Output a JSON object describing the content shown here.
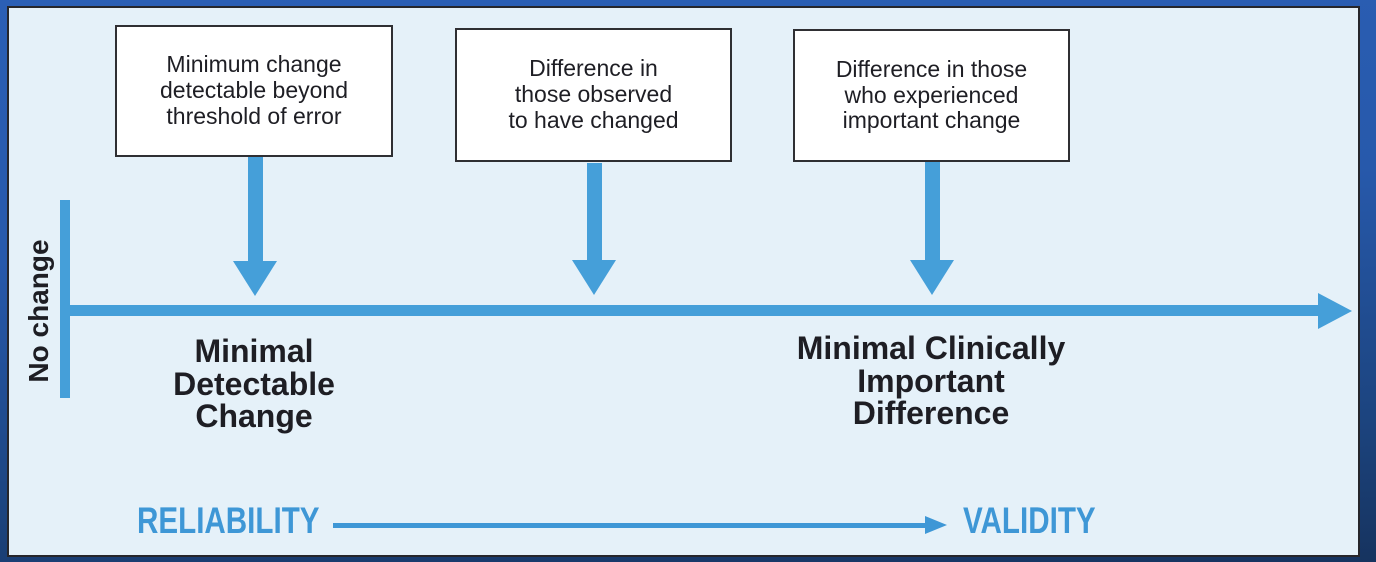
{
  "diagram": {
    "no_change_label": "No change",
    "boxes": [
      {
        "id": "mdc-definition",
        "text": "Minimum change\ndetectable beyond\nthreshold of error"
      },
      {
        "id": "observed-change",
        "text": "Difference in\nthose observed\nto have changed"
      },
      {
        "id": "important-change",
        "text": "Difference in those\nwho experienced\nimportant change"
      }
    ],
    "axis_labels": [
      {
        "id": "mdc",
        "text": "Minimal\nDetectable\nChange"
      },
      {
        "id": "mcid",
        "text": "Minimal Clinically\nImportant\nDifference"
      }
    ],
    "spectrum": {
      "left_label": "RELIABILITY",
      "right_label": "VALIDITY"
    },
    "colors": {
      "arrow_blue": "#459fd9",
      "spectrum_blue": "#3e97d6",
      "panel_background": "#e5f1f9",
      "frame_blue_top": "#2b5fb5",
      "frame_blue_bottom": "#16335f",
      "text_color": "#1e1e24"
    }
  }
}
